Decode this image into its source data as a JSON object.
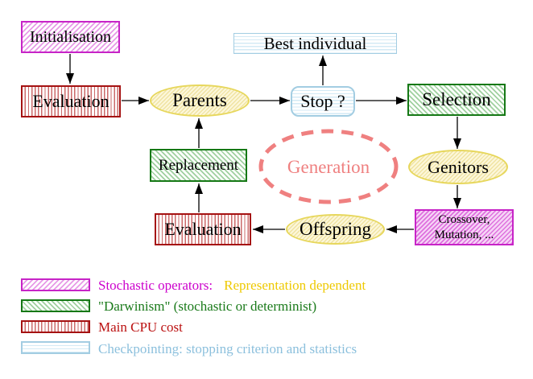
{
  "nodes": {
    "initialisation": "Initialisation",
    "evaluation_top": "Evaluation",
    "parents": "Parents",
    "best_individual": "Best individual",
    "stop": "Stop ?",
    "selection": "Selection",
    "replacement": "Replacement",
    "generation": "Generation",
    "genitors": "Genitors",
    "offspring": "Offspring",
    "evaluation_bottom": "Evaluation",
    "crossover_line1": "Crossover,",
    "crossover_line2": "Mutation, ..."
  },
  "legend": [
    {
      "label": "Stochastic operators:",
      "label2": "Representation dependent"
    },
    {
      "label": "\"Darwinism\" (stochastic or determinist)"
    },
    {
      "label": "Main CPU cost"
    },
    {
      "label": "Checkpointing: stopping criterion and statistics"
    }
  ],
  "colors": {
    "stochastic_magenta": "#cc00cc",
    "representation_gold": "#eec900",
    "darwinism_green": "#1a7a1a",
    "cpu_red": "#bb1111",
    "checkpoint_cyan": "#8cc0dd",
    "operator_yellow_border": "#e7d75c",
    "generation_salmon": "#ef8080"
  }
}
